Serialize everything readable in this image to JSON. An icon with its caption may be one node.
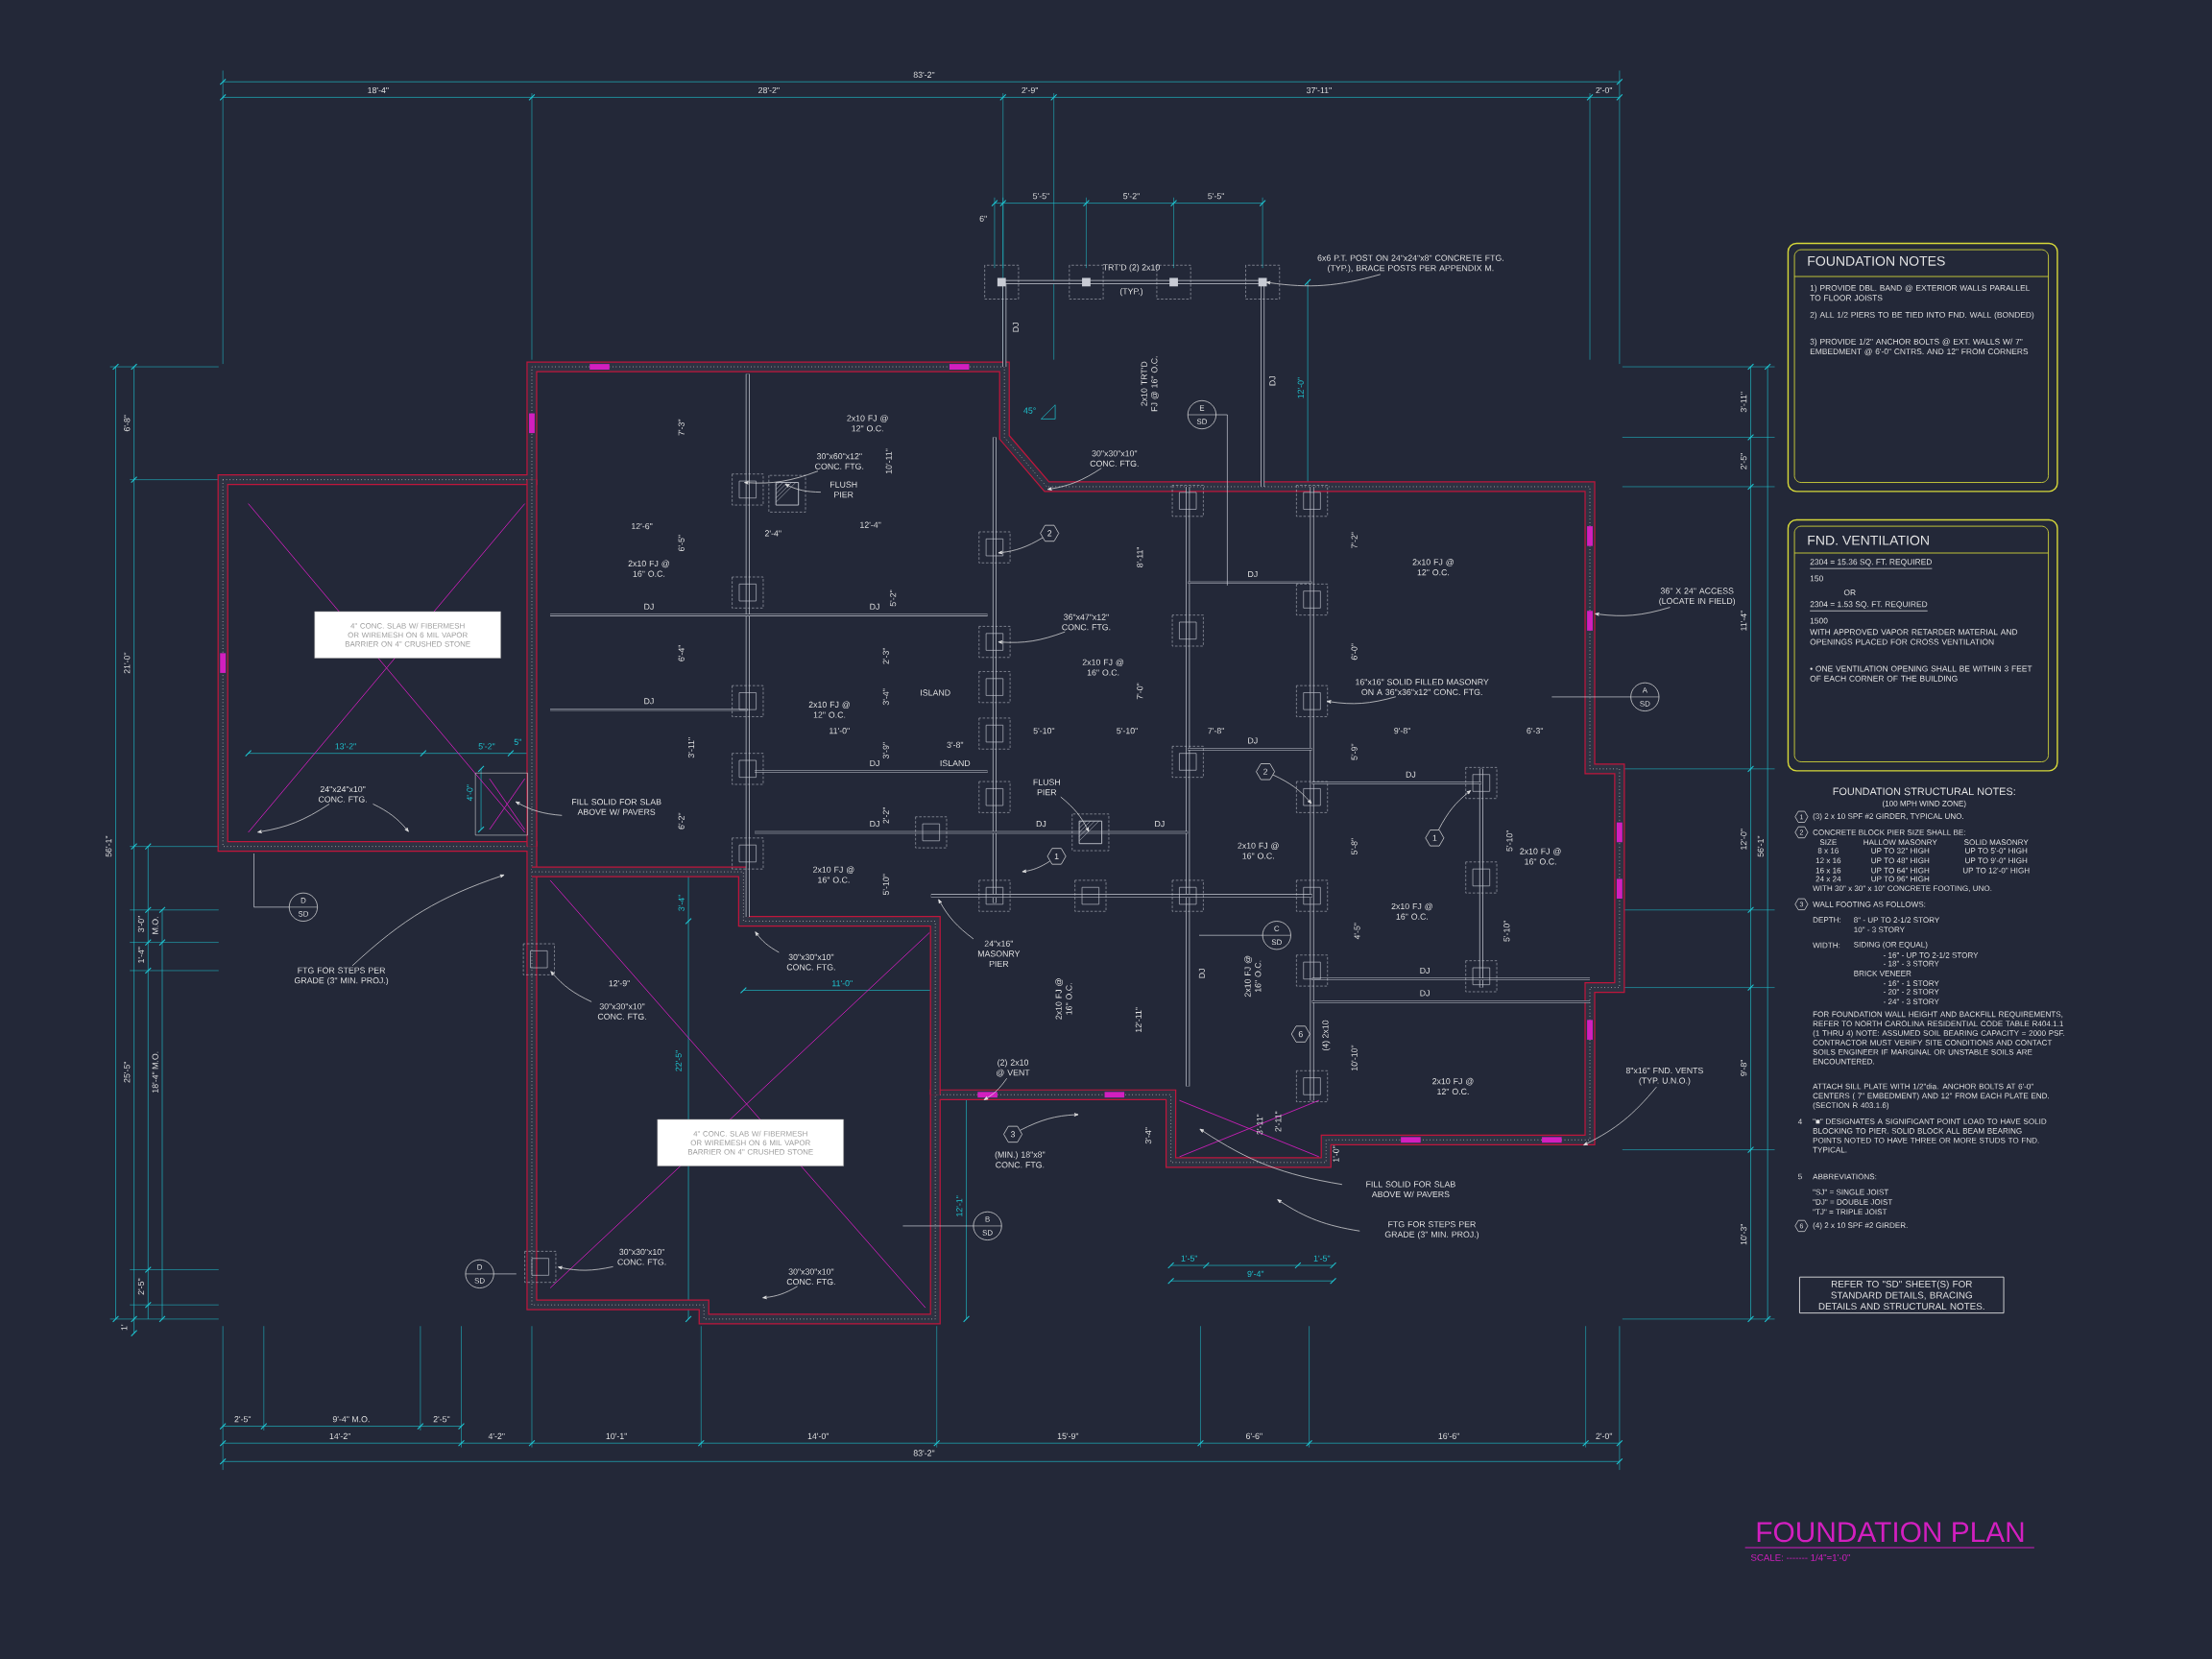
{
  "diagram": {
    "title": "FOUNDATION PLAN",
    "nodes": [
      {
        "text": [
          "FOUNDATION NOTES",
          "1) PROVIDE DBL. BAND @ EXTERIOR WALLS PARALLEL TO FLOOR JOISTS",
          "2) ALL 1/2 PIERS TO BE TIED INTO FND. WALL (BONDED)",
          "3) PROVIDE 1/2\" ANCHOR BOLTS @ EXT. WALLS W/ 7\" EMBEDMENT @ 6'-0\" CNTRS. AND 12\" FROM CORNERS"
        ]
      },
      {
        "text": [
          "FND. VENTILATION",
          "2304 = 15.36 SQ. FT. REQUIRED",
          "150",
          "OR",
          "2304 = 1.53 SQ. FT. REQUIRED",
          "1500",
          "WITH APPROVED VAPOR RETARDER MATERIAL AND OPENINGS PLACED FOR CROSS VENTILATION",
          "• ONE VENTILATION OPENING SHALL BE WITHIN 3 FEET OF EACH CORNER OF THE BUILDING"
        ]
      },
      {
        "text": [
          "REFER TO \"SD\" SHEET(S) FOR STANDARD DETAILS, BRACING DETAILS AND STRUCTURAL NOTES."
        ]
      },
      {
        "text": [
          "6x6 P.T. POST ON 24\"x24\"x8\" CONCRETE FTG. (TYP.), BRACE POSTS PER APPENDIX M."
        ]
      },
      {
        "text": [
          "30\"x60\"x12\" CONC. FTG."
        ]
      },
      {
        "text": [
          "FLUSH PIER"
        ]
      },
      {
        "text": [
          "30\"x30\"x10\" CONC. FTG."
        ]
      },
      {
        "text": [
          "36\"x47\"x12\" CONC. FTG."
        ]
      },
      {
        "text": [
          "16\"x16\" SOLID FILLED MASONRY ON A 36\"x36\"x12\" CONC. FTG."
        ]
      },
      {
        "text": [
          "36\" X 24\" ACCESS (LOCATE IN FIELD)"
        ]
      },
      {
        "text": [
          "FILL SOLID FOR SLAB ABOVE W/ PAVERS"
        ]
      },
      {
        "text": [
          "24\"x24\"x10\" CONC. FTG."
        ]
      },
      {
        "text": [
          "FLUSH PIER"
        ]
      },
      {
        "text": [
          "24\"x16\" MASONRY PIER"
        ]
      },
      {
        "text": [
          "30\"x30\"x10\" CONC. FTG."
        ]
      },
      {
        "text": [
          "FTG FOR STEPS PER GRADE (3\" MIN. PROJ.)"
        ]
      },
      {
        "text": [
          "30\"x30\"x10\" CONC. FTG."
        ]
      },
      {
        "text": [
          "(2) 2x10 @ VENT"
        ]
      },
      {
        "text": [
          "3"
        ],
        "beside": [
          "(MIN.) 18\"x8\" CONC. FTG."
        ]
      },
      {
        "text": [
          "2"
        ]
      },
      {
        "text": [
          "2"
        ]
      },
      {
        "text": [
          "1"
        ]
      },
      {
        "text": [
          "1"
        ]
      },
      {
        "text": [
          "6"
        ]
      },
      {
        "text": [
          "8\"x16\" FND. VENTS (TYP. U.N.O.)"
        ]
      },
      {
        "text": [
          "FILL SOLID FOR SLAB ABOVE W/ PAVERS"
        ]
      },
      {
        "text": [
          "FTG FOR STEPS PER GRADE (3\" MIN. PROJ.)"
        ]
      },
      {
        "text": [
          "30\"x30\"x10\" CONC. FTG."
        ]
      },
      {
        "text": [
          "30\"x30\"x10\" CONC. FTG."
        ]
      },
      {
        "text": [
          "4\" CONC. SLAB W/ FIBERMESH OR WIREMESH ON 6 MIL VAPOR BARRIER ON 4\" CRUSHED STONE"
        ]
      },
      {
        "text": [
          "4\" CONC. SLAB W/ FIBERMESH OR WIREMESH ON 6 MIL VAPOR BARRIER ON 4\" CRUSHED STONE"
        ]
      },
      {
        "text": [
          "E",
          "SD"
        ]
      },
      {
        "text": [
          "A",
          "SD"
        ]
      },
      {
        "text": [
          "D",
          "SD"
        ]
      },
      {
        "text": [
          "C",
          "SD"
        ]
      },
      {
        "text": [
          "B",
          "SD"
        ]
      },
      {
        "text": [
          "D",
          "SD"
        ]
      },
      {
        "text": [
          "1"
        ]
      },
      {
        "text": [
          "2"
        ]
      },
      {
        "text": [
          "3"
        ]
      },
      {
        "text": [
          "6"
        ]
      }
    ],
    "edges": [
      {
        "from": 3,
        "to": null,
        "arrow": "to"
      },
      {
        "from": 4,
        "to": null,
        "arrow": "to"
      },
      {
        "from": 5,
        "to": null,
        "arrow": "to"
      },
      {
        "from": 6,
        "to": null,
        "arrow": "to"
      },
      {
        "from": 7,
        "to": null,
        "arrow": "to"
      },
      {
        "from": 8,
        "to": null,
        "arrow": "to"
      },
      {
        "from": 9,
        "to": null,
        "arrow": "to"
      },
      {
        "from": 10,
        "to": null,
        "arrow": "to"
      },
      {
        "from": 11,
        "to": null,
        "arrow": "to"
      },
      {
        "from": 11,
        "to": null,
        "arrow": "to"
      },
      {
        "from": 12,
        "to": null,
        "arrow": "to"
      },
      {
        "from": 13,
        "to": null,
        "arrow": "to"
      },
      {
        "from": 14,
        "to": null,
        "arrow": "to"
      },
      {
        "from": 15,
        "to": null,
        "arrow": "to"
      },
      {
        "from": 16,
        "to": null,
        "arrow": "to"
      },
      {
        "from": 17,
        "to": null,
        "arrow": "to"
      },
      {
        "from": 18,
        "to": null,
        "arrow": "to"
      },
      {
        "from": 19,
        "to": null,
        "arrow": "to"
      },
      {
        "from": 20,
        "to": null,
        "arrow": "to"
      },
      {
        "from": 21,
        "to": null,
        "arrow": "to"
      },
      {
        "from": 22,
        "to": null,
        "arrow": "to"
      },
      {
        "from": 24,
        "to": null,
        "arrow": "to"
      },
      {
        "from": 25,
        "to": null,
        "arrow": "to"
      },
      {
        "from": 26,
        "to": null,
        "arrow": "to"
      },
      {
        "from": 27,
        "to": null,
        "arrow": "to"
      },
      {
        "from": 28,
        "to": null,
        "arrow": "to"
      }
    ],
    "labels": [
      "83'-2\"",
      "18'-4\"",
      "28'-2\"",
      "2'-9\"",
      "37'-11\"",
      "2'-0\"",
      "5'-5\"",
      "5'-2\"",
      "5'-5\"",
      "6\"",
      "TRT'D (2) 2x10",
      "DJ",
      "2x10 TRT'D FJ @ 16\" O.C.",
      "DJ",
      "12'-0\"",
      "45°",
      "7'-3\"",
      "2x10 FJ @ 12\" O.C.",
      "10'-11\"",
      "12'-6\"",
      "2'-4\"",
      "12'-4\"",
      "6'-5\"",
      "2x10 FJ @ 16\" O.C.",
      "DJ",
      "DJ",
      "5'-2\"",
      "6'-4\"",
      "2'-3\"",
      "DJ",
      "ISLAND",
      "3'-4\"",
      "2x10 FJ @ 12\" O.C.",
      "11'-0\"",
      "3'-8\"",
      "3'-11\"",
      "3'-9\"",
      "DJ",
      "ISLAND",
      "6'-2\"",
      "2'-2\"",
      "DJ",
      "2x10 FJ @ 16\" O.C.",
      "5'-10\"",
      "3'-4\"",
      "13'-2\"",
      "5'-2\"",
      "5\"",
      "4'-0\"",
      "8'-11\"",
      "2x10 FJ @ 16\" O.C.",
      "7'-0\"",
      "5'-10\"",
      "5'-10\"",
      "7'-8\"",
      "9'-8\"",
      "6'-3\"",
      "DJ",
      "2x10 FJ @ 12\" O.C.",
      "7'-2\"",
      "6'-0\"",
      "DJ",
      "5'-9\"",
      "DJ",
      "DJ",
      "DJ",
      "2x10 FJ @ 16\" O.C.",
      "5'-8\"",
      "5'-10\"",
      "2x10 FJ @ 16\" O.C.",
      "2x10 FJ @ 16\" O.C.",
      "4'-5\"",
      "5'-10\"",
      "DJ",
      "DJ",
      "(4) 2x10",
      "10'-10\"",
      "2x10 FJ @ 12\" O.C.",
      "2x10 FJ @ 16\" O.C.",
      "2x10 FJ @ 16\" O.C.",
      "12'-11\"",
      "DJ",
      "12'-9\"",
      "11'-0\"",
      "22'-5\"",
      "12'-1\"",
      "3'-4\"",
      "3'-11\"",
      "2'-11\"",
      "1'-0\"",
      "1'-5\"",
      "1'-5\"",
      "9'-4\"",
      "6'-8\"",
      "21'-0\"",
      "56'-1\"",
      "3'-0\"",
      "M.O.",
      "1'-4\"",
      "25'-5\"",
      "18'-4\" M.O.",
      "2'-5\"",
      "1'",
      "3'-11\"",
      "2'-5\"",
      "11'-4\"",
      "12'-0\"",
      "56'-1\"",
      "9'-8\"",
      "10'-3\"",
      "2'-5\"",
      "9'-4\" M.O.",
      "2'-5\"",
      "14'-2\"",
      "4'-2\"",
      "10'-1\"",
      "14'-0\"",
      "15'-9\"",
      "6'-6\"",
      "16'-6\"",
      "2'-0\"",
      "83'-2\"",
      "FOUNDATION STRUCTURAL NOTES:",
      "(100 MPH WIND ZONE)",
      "(3) 2 x 10 SPF #2 GIRDER, TYPICAL UNO.",
      "CONCRETE BLOCK PIER SIZE SHALL BE:",
      "SIZE",
      "HALLOW MASONRY",
      "SOLID MASONRY",
      "8 x 16",
      "UP TO 32\" HIGH",
      "UP TO 5'-0\" HIGH",
      "12 x 16",
      "UP TO 48\" HIGH",
      "UP TO 9'-0\" HIGH",
      "16 x 16",
      "UP TO 64\" HIGH",
      "UP TO 12'-0\" HIGH",
      "24 x 24",
      "UP TO 96\" HIGH",
      "WITH 30\" x 30\" x 10\" CONCRETE FOOTING, UNO.",
      "WALL FOOTING AS FOLLOWS:",
      "DEPTH:",
      "8\" - UP TO 2-1/2 STORY",
      "10\" - 3 STORY",
      "WIDTH:",
      "SIDING (OR EQUAL)",
      "- 16\" - UP TO 2-1/2 STORY",
      "- 18\" - 3 STORY",
      "BRICK VENEER",
      "- 16\" - 1 STORY",
      "- 20\" - 2 STORY",
      "- 24\" - 3 STORY",
      "FOR FOUNDATION WALL HEIGHT AND BACKFILL REQUIREMENTS, REFER TO NORTH CAROLINA RESIDENTIAL CODE TABLE R404.1.1 (1 THRU 4) NOTE: ASSUMED SOIL BEARING CAPACITY = 2000 PSF. CONTRACTOR MUST VERIFY SITE CONDITIONS AND CONTACT SOILS ENGINEER IF MARGINAL OR UNSTABLE SOILS ARE ENCOUNTERED.",
      "ATTACH SILL PLATE WITH 1/2\"dia. ANCHOR BOLTS AT 6'-0\" CENTERS ( 7\" EMBEDMENT) AND 12\" FROM EACH PLATE END. (SECTION R 403.1.6)",
      "4",
      "\"■\" DESIGNATES A SIGNIFICANT POINT LOAD TO HAVE SOLID BLOCKING TO PIER. SOLID BLOCK ALL BEAM BEARING POINTS NOTED TO HAVE THREE OR MORE STUDS TO FND. TYPICAL.",
      "5",
      "ABBREVIATIONS:",
      "\"SJ\" = SINGLE JOIST",
      "\"DJ\" = DOUBLE JOIST",
      "\"TJ\" = TRIPLE JOIST",
      "(4) 2 x 10 SPF #2 GIRDER.",
      "SCALE: ------- 1/4\"=1'-0\"",
      "(TYP.)"
    ]
  }
}
